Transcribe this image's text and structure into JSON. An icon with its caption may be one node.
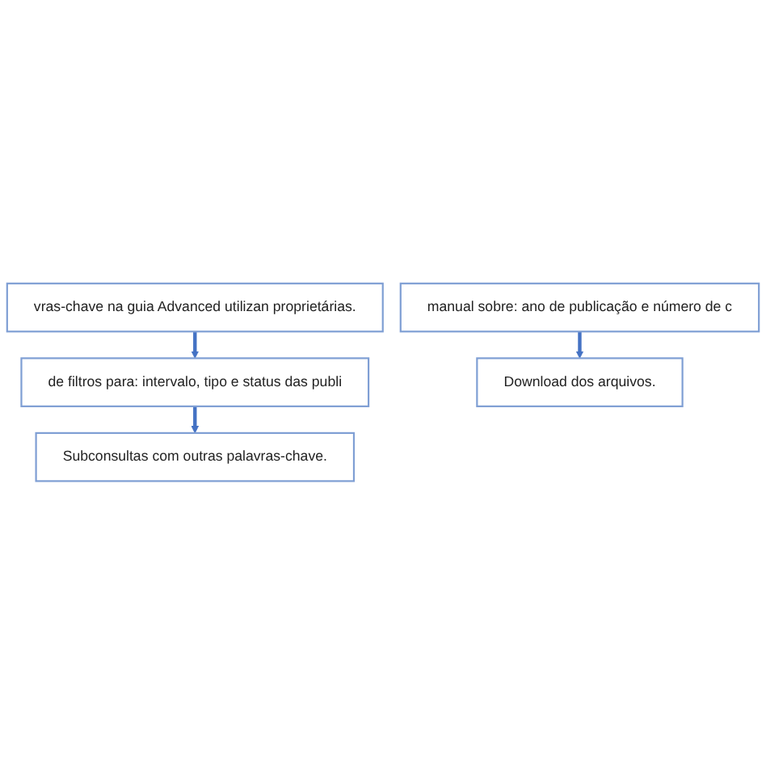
{
  "diagram": {
    "nodes": [
      {
        "text": [
          "vras-chave na guia Advanced utilizan proprietárias."
        ]
      },
      {
        "text": [
          "de filtros para: intervalo, tipo e status das publi"
        ]
      },
      {
        "text": [
          "Subconsultas com outras palavras-chave."
        ]
      },
      {
        "text": [
          "manual sobre: ano de publicação e número de c"
        ]
      },
      {
        "text": [
          "Download dos arquivos."
        ]
      }
    ],
    "edges": [
      {
        "from": 0,
        "to": 1,
        "arrow": "to"
      },
      {
        "from": 1,
        "to": 2,
        "arrow": "to"
      },
      {
        "from": 3,
        "to": 4,
        "arrow": "to"
      }
    ]
  }
}
